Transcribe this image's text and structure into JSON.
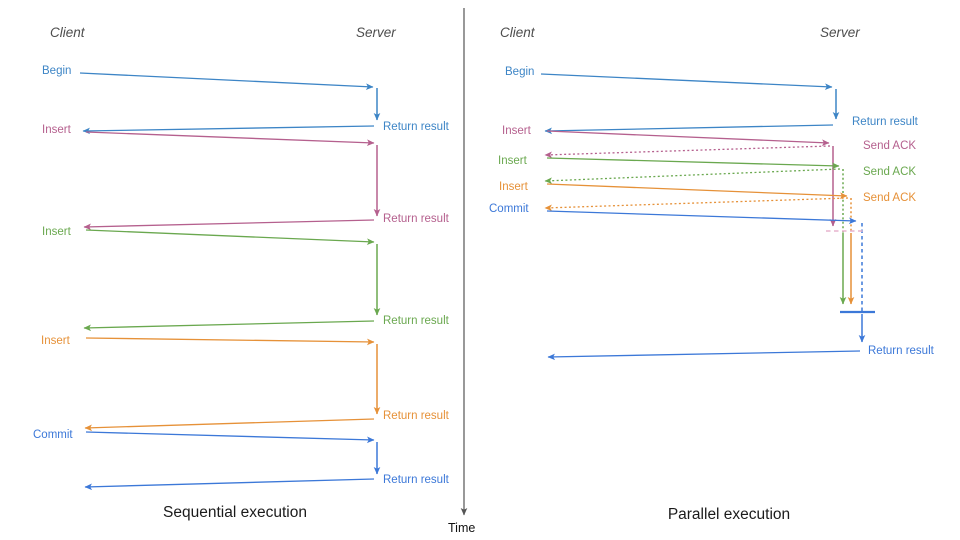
{
  "colors": {
    "blue_begin": "#3d85c6",
    "blue_commit": "#3c78d8",
    "pink": "#b5608e",
    "green": "#6aa84f",
    "orange": "#e69138",
    "pink_light": "#e7b3cd",
    "axis": "#555555"
  },
  "sequential": {
    "caption": "Sequential execution",
    "client_label": "Client",
    "server_label": "Server",
    "operations": [
      {
        "label": "Begin",
        "color": "#3d85c6",
        "response": "Return result"
      },
      {
        "label": "Insert",
        "color": "#b5608e",
        "response": "Return result"
      },
      {
        "label": "Insert",
        "color": "#6aa84f",
        "response": "Return result"
      },
      {
        "label": "Insert",
        "color": "#e69138",
        "response": "Return result"
      },
      {
        "label": "Commit",
        "color": "#3c78d8",
        "response": "Return result"
      }
    ]
  },
  "parallel": {
    "caption": "Parallel execution",
    "client_label": "Client",
    "server_label": "Server",
    "final_response": "Return result",
    "operations": [
      {
        "label": "Begin",
        "color": "#3d85c6",
        "response": "Return result"
      },
      {
        "label": "Insert",
        "color": "#b5608e",
        "response": "Send ACK"
      },
      {
        "label": "Insert",
        "color": "#6aa84f",
        "response": "Send ACK"
      },
      {
        "label": "Insert",
        "color": "#e69138",
        "response": "Send ACK"
      },
      {
        "label": "Commit",
        "color": "#3c78d8",
        "response": "Return result"
      }
    ]
  },
  "time_axis": {
    "label": "Time"
  }
}
